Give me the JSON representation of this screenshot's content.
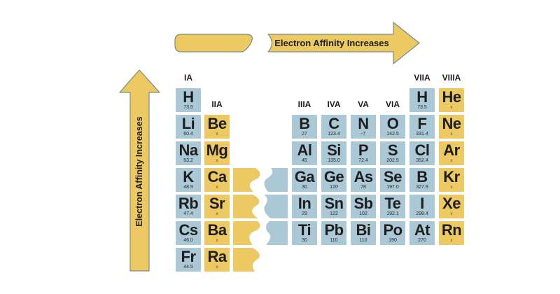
{
  "diagram": {
    "type": "periodic-table-trend",
    "topic": "Electron Affinity"
  },
  "arrows": {
    "horizontal_label": "Electron Affinity Increases",
    "vertical_label": "Electron Affinity Increases"
  },
  "colors": {
    "blue_cell": "#abc8d6",
    "yellow_cell": "#edc963",
    "arrow_fill": "#edc963",
    "arrow_stroke": "#7e8a80",
    "text": "#1e1e1e"
  },
  "group_headers": [
    {
      "label": "IA",
      "col": 1,
      "tier": 1
    },
    {
      "label": "IIA",
      "col": 2,
      "tier": 2
    },
    {
      "label": "IIIA",
      "col": 5,
      "tier": 2
    },
    {
      "label": "IVA",
      "col": 6,
      "tier": 2
    },
    {
      "label": "VA",
      "col": 7,
      "tier": 2
    },
    {
      "label": "VIA",
      "col": 8,
      "tier": 2
    },
    {
      "label": "VIIA",
      "col": 9,
      "tier": 1
    },
    {
      "label": "VIIIA",
      "col": 10,
      "tier": 1
    }
  ],
  "elements": [
    {
      "symbol": "H",
      "value": "73.5",
      "col": 1,
      "row": 1,
      "style": "blue"
    },
    {
      "symbol": "H",
      "value": "73.5",
      "col": 9,
      "row": 1,
      "style": "blue"
    },
    {
      "symbol": "He",
      "value": "x",
      "col": 10,
      "row": 1,
      "style": "yellow"
    },
    {
      "symbol": "Li",
      "value": "60.4",
      "col": 1,
      "row": 2,
      "style": "blue"
    },
    {
      "symbol": "Be",
      "value": "x",
      "col": 2,
      "row": 2,
      "style": "yellow"
    },
    {
      "symbol": "B",
      "value": "27",
      "col": 5,
      "row": 2,
      "style": "blue"
    },
    {
      "symbol": "C",
      "value": "123.4",
      "col": 6,
      "row": 2,
      "style": "blue"
    },
    {
      "symbol": "N",
      "value": "-7",
      "col": 7,
      "row": 2,
      "style": "blue"
    },
    {
      "symbol": "O",
      "value": "142.5",
      "col": 8,
      "row": 2,
      "style": "blue"
    },
    {
      "symbol": "F",
      "value": "331.4",
      "col": 9,
      "row": 2,
      "style": "blue"
    },
    {
      "symbol": "Ne",
      "value": "x",
      "col": 10,
      "row": 2,
      "style": "yellow"
    },
    {
      "symbol": "Na",
      "value": "53.2",
      "col": 1,
      "row": 3,
      "style": "blue"
    },
    {
      "symbol": "Mg",
      "value": "x",
      "col": 2,
      "row": 3,
      "style": "yellow"
    },
    {
      "symbol": "Al",
      "value": "45",
      "col": 5,
      "row": 3,
      "style": "blue"
    },
    {
      "symbol": "Si",
      "value": "135.0",
      "col": 6,
      "row": 3,
      "style": "blue"
    },
    {
      "symbol": "P",
      "value": "72.4",
      "col": 7,
      "row": 3,
      "style": "blue"
    },
    {
      "symbol": "S",
      "value": "202.5",
      "col": 8,
      "row": 3,
      "style": "blue"
    },
    {
      "symbol": "Cl",
      "value": "352.4",
      "col": 9,
      "row": 3,
      "style": "blue"
    },
    {
      "symbol": "Ar",
      "value": "x",
      "col": 10,
      "row": 3,
      "style": "yellow"
    },
    {
      "symbol": "K",
      "value": "48.9",
      "col": 1,
      "row": 4,
      "style": "blue"
    },
    {
      "symbol": "Ca",
      "value": "x",
      "col": 2,
      "row": 4,
      "style": "yellow"
    },
    {
      "symbol": "Ga",
      "value": "30",
      "col": 5,
      "row": 4,
      "style": "blue"
    },
    {
      "symbol": "Ge",
      "value": "120",
      "col": 6,
      "row": 4,
      "style": "blue"
    },
    {
      "symbol": "As",
      "value": "78",
      "col": 7,
      "row": 4,
      "style": "blue"
    },
    {
      "symbol": "Se",
      "value": "197.0",
      "col": 8,
      "row": 4,
      "style": "blue"
    },
    {
      "symbol": "B",
      "value": "327.9",
      "col": 9,
      "row": 4,
      "style": "blue"
    },
    {
      "symbol": "Kr",
      "value": "x",
      "col": 10,
      "row": 4,
      "style": "yellow"
    },
    {
      "symbol": "Rb",
      "value": "47.4",
      "col": 1,
      "row": 5,
      "style": "blue"
    },
    {
      "symbol": "Sr",
      "value": "x",
      "col": 2,
      "row": 5,
      "style": "yellow"
    },
    {
      "symbol": "In",
      "value": "29",
      "col": 5,
      "row": 5,
      "style": "blue"
    },
    {
      "symbol": "Sn",
      "value": "122",
      "col": 6,
      "row": 5,
      "style": "blue"
    },
    {
      "symbol": "Sb",
      "value": "102",
      "col": 7,
      "row": 5,
      "style": "blue"
    },
    {
      "symbol": "Te",
      "value": "192.1",
      "col": 8,
      "row": 5,
      "style": "blue"
    },
    {
      "symbol": "I",
      "value": "298.4",
      "col": 9,
      "row": 5,
      "style": "blue"
    },
    {
      "symbol": "Xe",
      "value": "x",
      "col": 10,
      "row": 5,
      "style": "yellow"
    },
    {
      "symbol": "Cs",
      "value": "46.0",
      "col": 1,
      "row": 6,
      "style": "blue"
    },
    {
      "symbol": "Ba",
      "value": "x",
      "col": 2,
      "row": 6,
      "style": "yellow"
    },
    {
      "symbol": "Ti",
      "value": "30",
      "col": 5,
      "row": 6,
      "style": "blue"
    },
    {
      "symbol": "Pb",
      "value": "110",
      "col": 6,
      "row": 6,
      "style": "blue"
    },
    {
      "symbol": "Bi",
      "value": "110",
      "col": 7,
      "row": 6,
      "style": "blue"
    },
    {
      "symbol": "Po",
      "value": "190",
      "col": 8,
      "row": 6,
      "style": "blue"
    },
    {
      "symbol": "At",
      "value": "270",
      "col": 9,
      "row": 6,
      "style": "blue"
    },
    {
      "symbol": "Rn",
      "value": "x",
      "col": 10,
      "row": 6,
      "style": "yellow"
    },
    {
      "symbol": "Fr",
      "value": "44.5",
      "col": 1,
      "row": 7,
      "style": "blue"
    },
    {
      "symbol": "Ra",
      "value": "x",
      "col": 2,
      "row": 7,
      "style": "yellow"
    }
  ],
  "break_marks": {
    "yellow_stub_rows": [
      4,
      5,
      6,
      7
    ],
    "blue_stub_rows": [
      4,
      5,
      6
    ]
  }
}
